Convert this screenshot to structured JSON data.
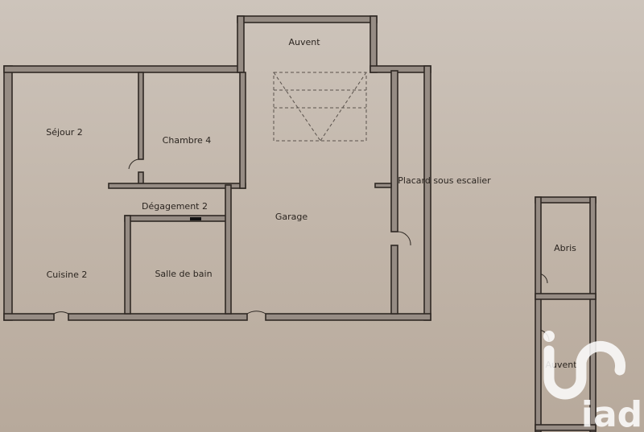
{
  "rooms": {
    "auvent_top": "Auvent",
    "sejour": "Séjour 2",
    "chambre": "Chambre 4",
    "degagement": "Dégagement 2",
    "garage": "Garage",
    "placard": "Placard sous escalier",
    "cuisine": "Cuisine 2",
    "salle_de_bain": "Salle de bain",
    "abris": "Abris",
    "auvent_annex": "Auvent"
  },
  "watermark": {
    "logo_text": "iad",
    "color": "#ffffff"
  },
  "colors": {
    "wall_fill": "#968c84",
    "wall_line": "#2f2924",
    "paper": "#c2b6aa"
  }
}
